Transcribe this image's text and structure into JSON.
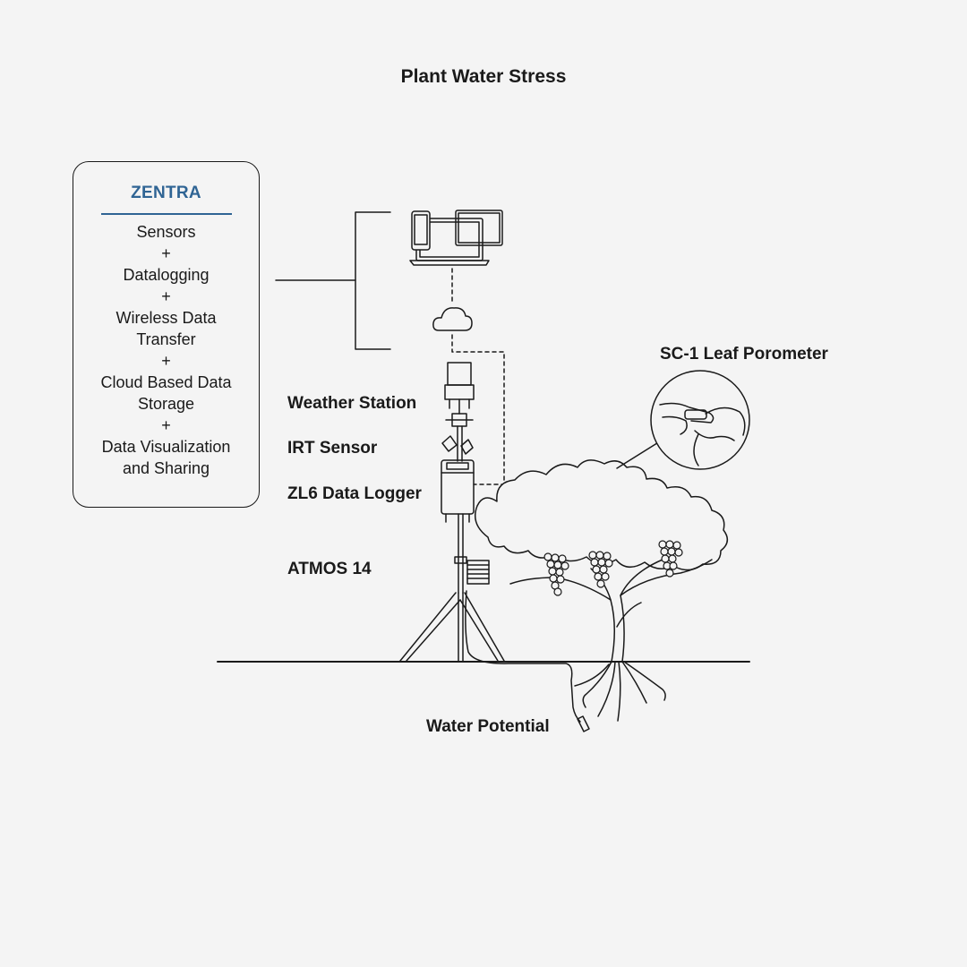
{
  "title": "Plant Water Stress",
  "zentra": {
    "name": "ZENTRA",
    "lines": [
      "Sensors",
      "+",
      "Datalogging",
      "+",
      "Wireless Data",
      "Transfer",
      "+",
      "Cloud Based Data",
      "Storage",
      "+",
      "Data Visualization",
      "and Sharing"
    ]
  },
  "labels": {
    "weather_station": "Weather Station",
    "irt_sensor": "IRT Sensor",
    "zl6": "ZL6 Data Logger",
    "atmos14": "ATMOS 14",
    "sc1": "SC-1 Leaf Porometer",
    "water_potential": "Water Potential"
  },
  "colors": {
    "accent": "#2f6494",
    "ink": "#1a1a1a",
    "background": "#f4f4f4"
  }
}
